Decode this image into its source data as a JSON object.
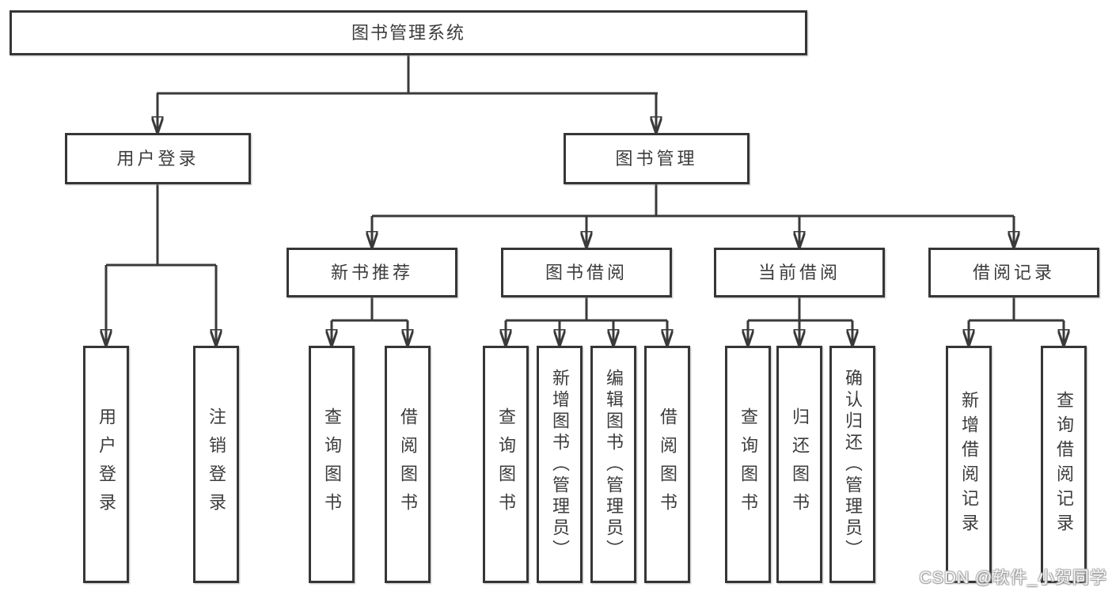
{
  "colors": {
    "background": "#ffffff",
    "line": "#3a3a3a",
    "box_border": "#363636",
    "text": "#3c3c3c",
    "watermark_text": "#f8f8f8"
  },
  "root": {
    "label": "图书管理系统"
  },
  "level2": [
    {
      "label": "用户登录"
    },
    {
      "label": "图书管理"
    }
  ],
  "level3": [
    {
      "label": "新书推荐"
    },
    {
      "label": "图书借阅"
    },
    {
      "label": "当前借阅"
    },
    {
      "label": "借阅记录"
    }
  ],
  "leaves": [
    {
      "label": "用户登录"
    },
    {
      "label": "注销登录"
    },
    {
      "label": "查询图书"
    },
    {
      "label": "借阅图书"
    },
    {
      "label": "查询图书"
    },
    {
      "label": "新增图书（管理员）"
    },
    {
      "label": "编辑图书（管理员）"
    },
    {
      "label": "借阅图书"
    },
    {
      "label": "查询图书"
    },
    {
      "label": "归还图书"
    },
    {
      "label": "确认归还（管理员）"
    },
    {
      "label": "新增借阅记录"
    },
    {
      "label": "查询借阅记录"
    }
  ],
  "watermark": {
    "text": "CSDN @软件_小贺同学"
  }
}
